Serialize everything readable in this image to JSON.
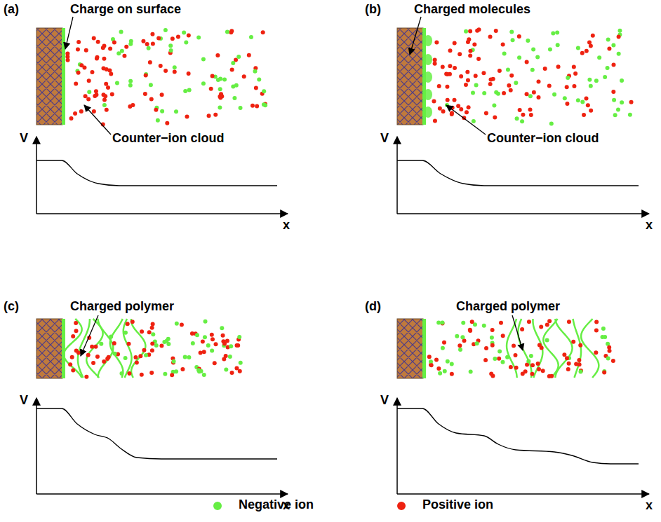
{
  "diagram": {
    "labels": [
      "(a)",
      "Charge on surface",
      "Counter−ion cloud",
      "V",
      "x",
      "(b)",
      "Charged molecules",
      "Counter−ion cloud",
      "V",
      "x",
      "(c)",
      "Charged polymer",
      "V",
      "x",
      "(d)",
      "Charged polymer",
      "V",
      "x"
    ],
    "legend": [
      {
        "text": "Negative ion",
        "color": "#66ee44"
      },
      {
        "text": "Positive ion",
        "color": "#ee2211"
      }
    ]
  }
}
